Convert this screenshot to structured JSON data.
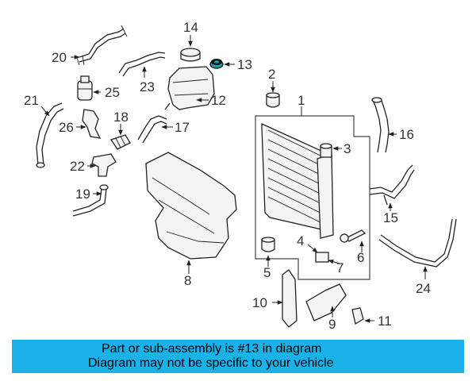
{
  "callouts": {
    "n1": "1",
    "n2": "2",
    "n3": "3",
    "n4": "4",
    "n5": "5",
    "n6": "6",
    "n7": "7",
    "n8": "8",
    "n9": "9",
    "n10": "10",
    "n11": "11",
    "n12": "12",
    "n13": "13",
    "n14": "14",
    "n15": "15",
    "n16": "16",
    "n17": "17",
    "n18": "18",
    "n19": "19",
    "n20": "20",
    "n21": "21",
    "n22": "22",
    "n23": "23",
    "n24": "24",
    "n25": "25",
    "n26": "26"
  },
  "highlight_part": "13",
  "highlight_color": "#1e9bb5",
  "banner": {
    "line1": "Part or sub-assembly is #13 in diagram",
    "line2": "Diagram may not be specific to your vehicle",
    "background": "#1ab2e8"
  }
}
